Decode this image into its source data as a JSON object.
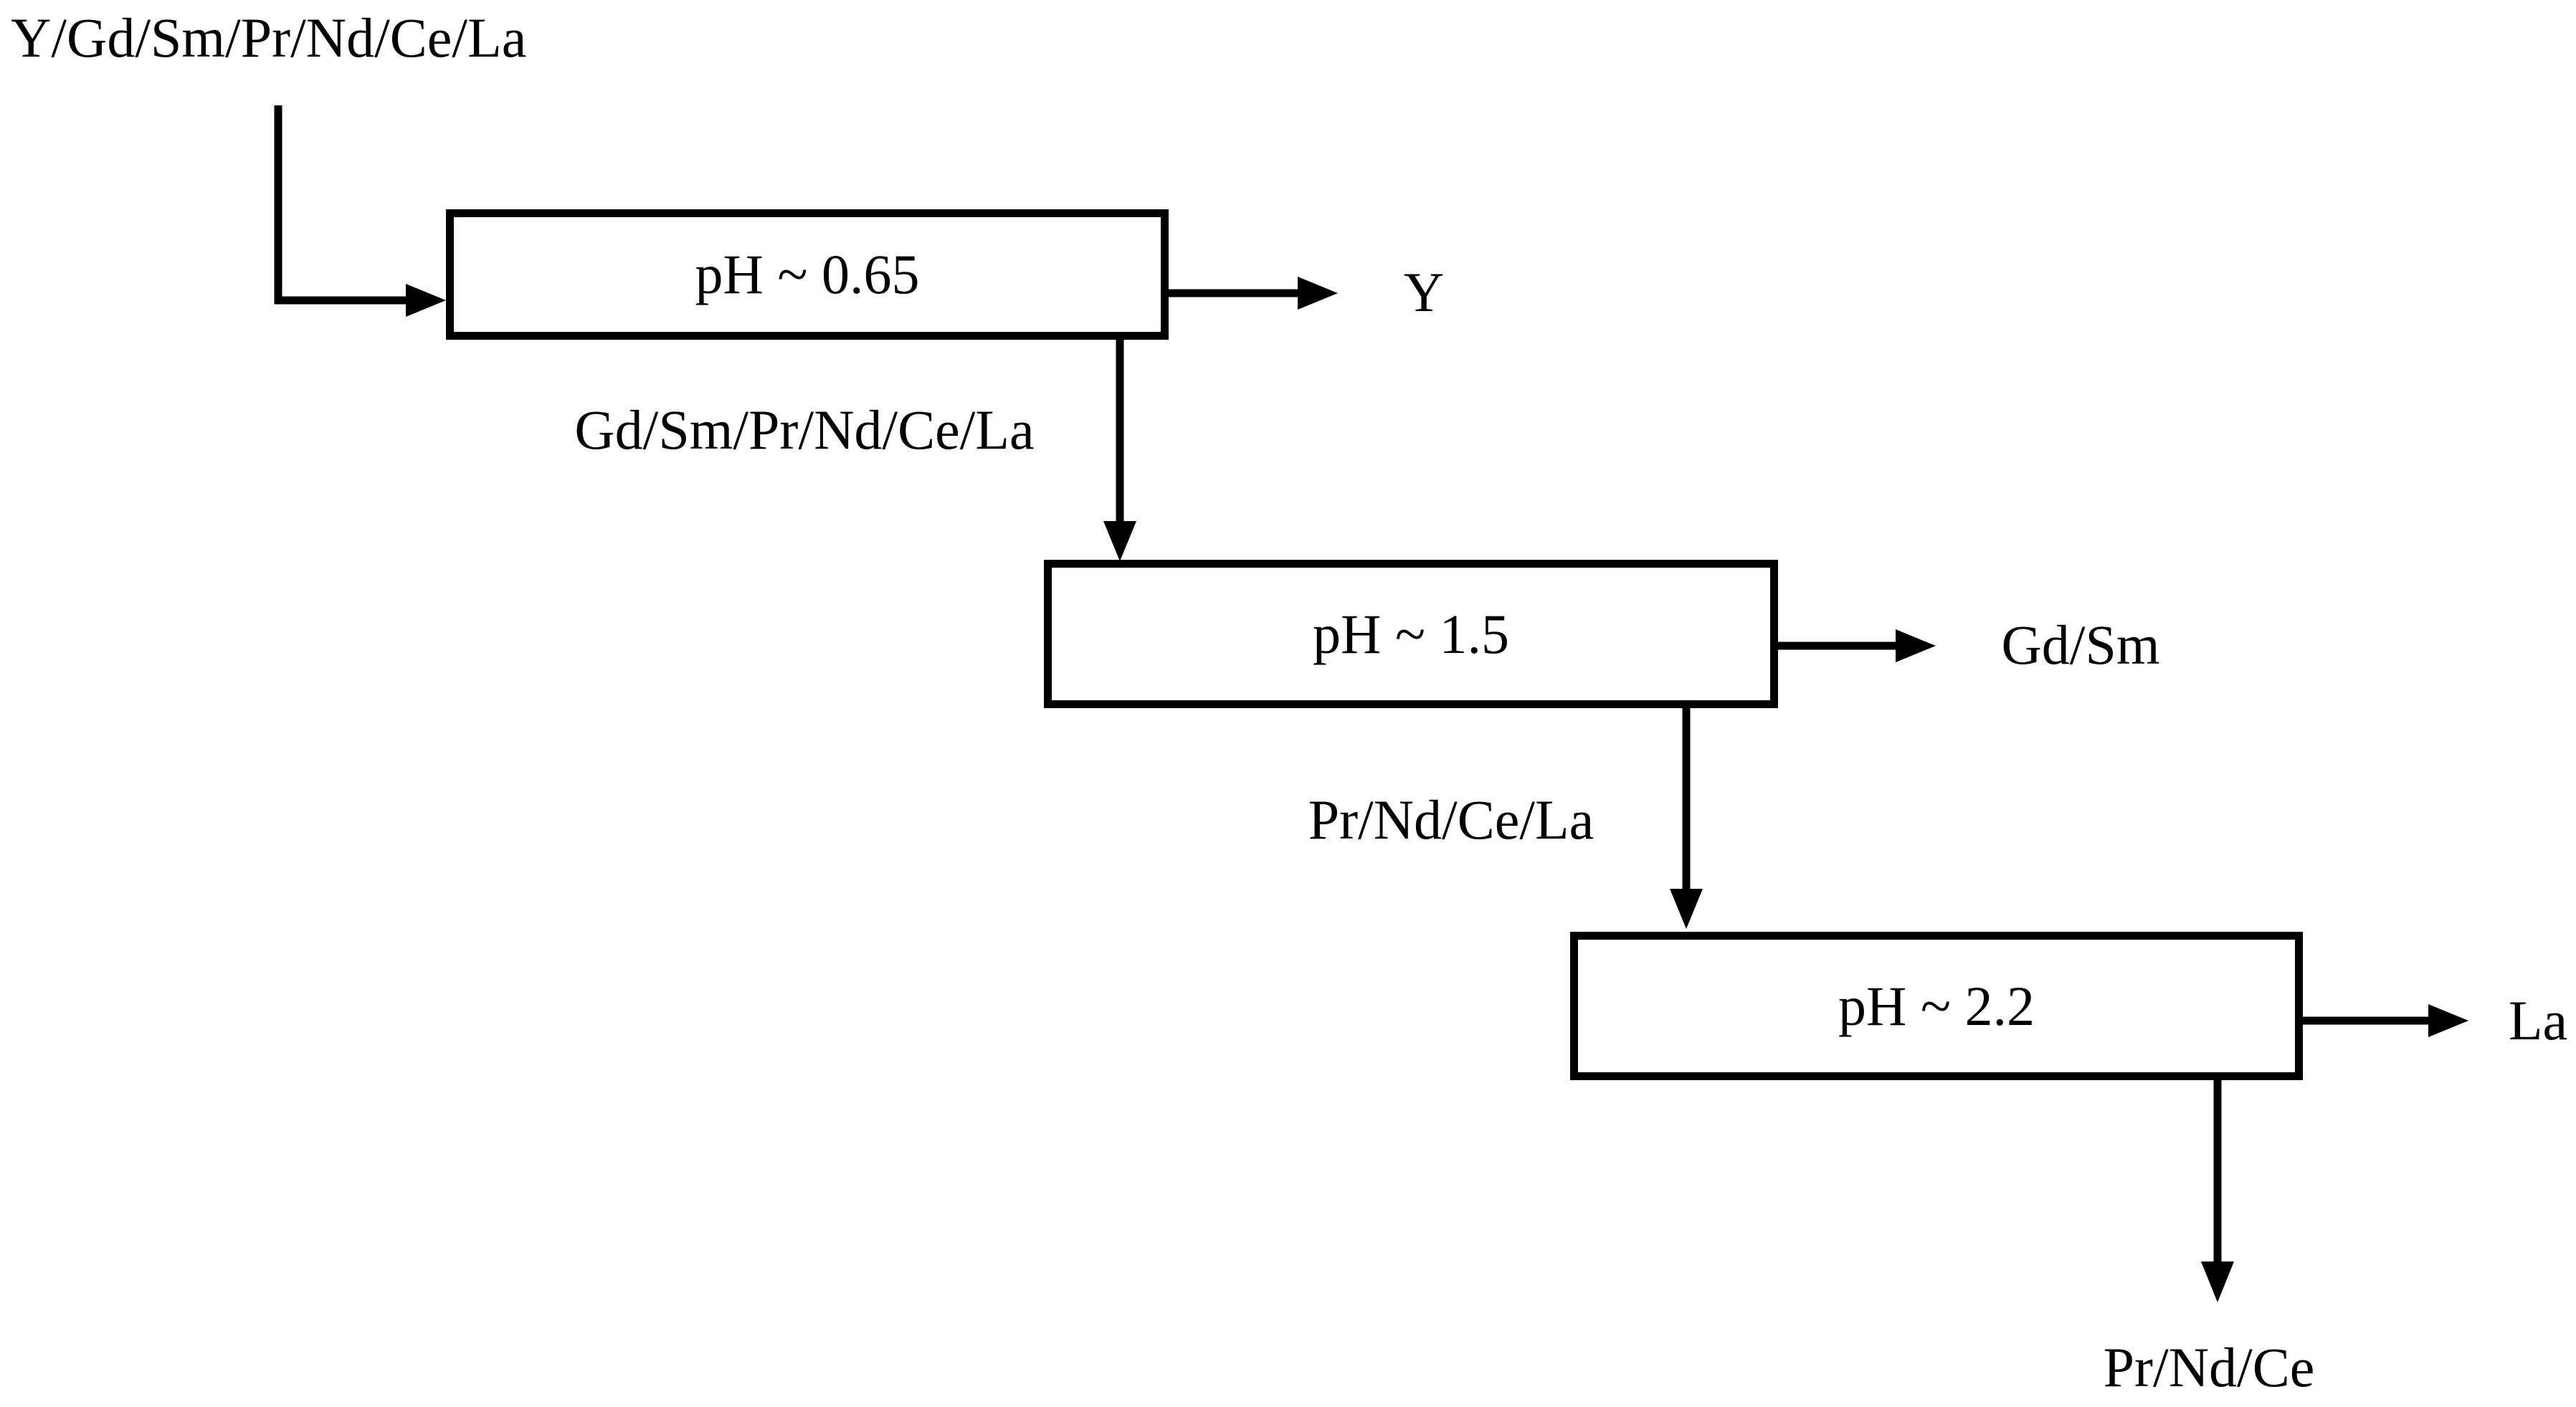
{
  "diagram": {
    "type": "flowchart",
    "background_color": "#ffffff",
    "ink_color": "#000000",
    "feed": {
      "label": "Y/Gd/Sm/Pr/Nd/Ce/La"
    },
    "stages": [
      {
        "box_label": "pH ~ 0.65",
        "side_output_label": "Y",
        "down_stream_label": "Gd/Sm/Pr/Nd/Ce/La"
      },
      {
        "box_label": "pH ~ 1.5",
        "side_output_label": "Gd/Sm",
        "down_stream_label": "Pr/Nd/Ce/La"
      },
      {
        "box_label": "pH ~ 2.2",
        "side_output_label": "La",
        "down_stream_label": "Pr/Nd/Ce"
      }
    ]
  }
}
